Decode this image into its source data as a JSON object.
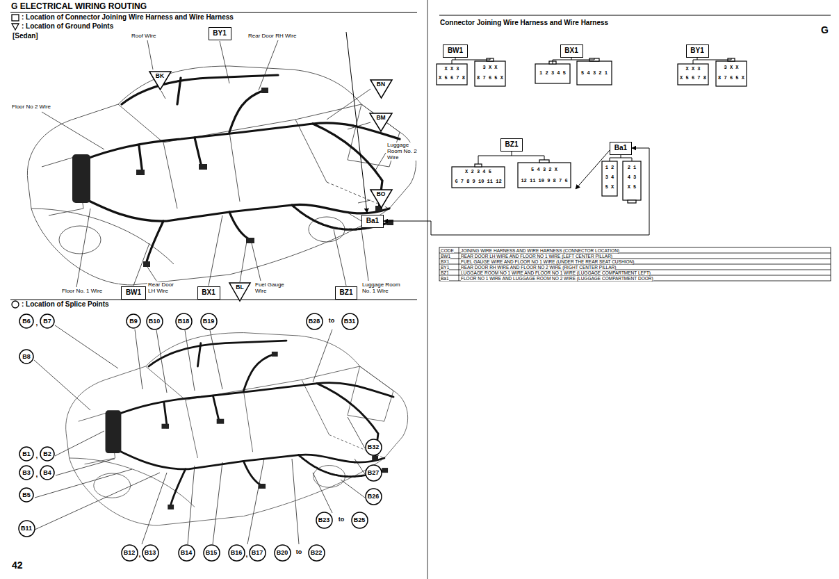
{
  "diagram": {
    "title": "G ELECTRICAL WIRING ROUTING",
    "nodes": [
      {
        "text": [
          "BK"
        ]
      },
      {
        "text": [
          "BY1"
        ]
      },
      {
        "text": [
          "BN"
        ]
      },
      {
        "text": [
          "BM"
        ]
      },
      {
        "text": [
          "BO"
        ]
      },
      {
        "text": [
          "Ba1"
        ]
      },
      {
        "text": [
          "BW1"
        ]
      },
      {
        "text": [
          "BX1"
        ]
      },
      {
        "text": [
          "BL"
        ]
      },
      {
        "text": [
          "BZ1"
        ]
      },
      {
        "text": [
          "B6"
        ]
      },
      {
        "text": [
          "B7"
        ]
      },
      {
        "text": [
          "B9"
        ]
      },
      {
        "text": [
          "B10"
        ]
      },
      {
        "text": [
          "B18"
        ]
      },
      {
        "text": [
          "B19"
        ]
      },
      {
        "text": [
          "B28"
        ]
      },
      {
        "text": [
          "B31"
        ]
      },
      {
        "text": [
          "B8"
        ]
      },
      {
        "text": [
          "B32"
        ]
      },
      {
        "text": [
          "B1"
        ]
      },
      {
        "text": [
          "B2"
        ]
      },
      {
        "text": [
          "B3"
        ]
      },
      {
        "text": [
          "B4"
        ]
      },
      {
        "text": [
          "B27"
        ]
      },
      {
        "text": [
          "B5"
        ]
      },
      {
        "text": [
          "B26"
        ]
      },
      {
        "text": [
          "B23"
        ]
      },
      {
        "text": [
          "B25"
        ]
      },
      {
        "text": [
          "B11"
        ]
      },
      {
        "text": [
          "B12"
        ]
      },
      {
        "text": [
          "B13"
        ]
      },
      {
        "text": [
          "B14"
        ]
      },
      {
        "text": [
          "B15"
        ]
      },
      {
        "text": [
          "B16"
        ]
      },
      {
        "text": [
          "B17"
        ]
      },
      {
        "text": [
          "B20"
        ]
      },
      {
        "text": [
          "B22"
        ]
      },
      {
        "text": [
          "BW1"
        ]
      },
      {
        "text": [
          "BX1"
        ]
      },
      {
        "text": [
          "BY1"
        ]
      },
      {
        "text": [
          "BZ1"
        ]
      },
      {
        "text": [
          "Ba1"
        ]
      }
    ],
    "edges": [
      {
        "from": 5,
        "to": 42,
        "arrow": "both"
      }
    ],
    "labels": [
      "G",
      "[Sedan]",
      "Roof Wire",
      "Rear Door RH Wire",
      "Floor No 2 Wire",
      "Luggage Room No. 2 Wire",
      "Floor No. 1 Wire",
      "Rear Door LH Wire",
      "Fuel Gauge Wire",
      "Luggage Room No. 1 Wire",
      ",",
      "to",
      ",",
      ",",
      "to",
      ",",
      ",",
      "to",
      "42",
      "Connector Joining Wire Harness and Wire Harness",
      "X X 3",
      "X 5 6 7 8",
      "3 X X",
      "8 7 6 5 X",
      "1 2 3 4 5",
      "5 4 3 2 1",
      "X X 3",
      "X 5 6 7 8",
      "3 X X",
      "8 7 6 5 X",
      "X 2 3 4 5",
      "6 7 8 9 10 11 12",
      "5 4 3 2 X",
      "12 11 10 9 8 7 6",
      "1 2",
      "3 4",
      "5 X",
      "2 1",
      "4 3",
      "X 5",
      "CODE",
      "JOINING WIRE HARNESS AND WIRE HARNESS (CONNECTOR LOCATION)",
      "BW1",
      "REAR DOOR LH WIRE AND FLOOR NO 1 WIRE (LEFT CENTER PILLAR)",
      "BX1",
      "FUEL GAUGE WIRE AND FLOOR NO 1 WIRE (UNDER THE REAR SEAT CUSHION)",
      "BY1",
      "REAR DOOR RH WIRE AND FLOOR NO 2 WIRE (RIGHT CENTER PILLAR)",
      "BZ1",
      "LUGGAGE ROOM NO 1 WIRE AND FLOOR NO 1 WIRE (LUGGAGE COMPARTMENT LEFT)",
      "Ba1",
      "FLOOR NO 1 WIRE AND LUGGAGE ROOM NO 2 WIRE (LUGGAGE COMPARTMENT DOOR)"
    ],
    "legend": [
      {
        "text": ": Location of Connector Joining Wire Harness and Wire Harness"
      },
      {
        "text": ": Location of Ground Points"
      },
      {
        "text": ": Location of Splice Points"
      }
    ]
  }
}
